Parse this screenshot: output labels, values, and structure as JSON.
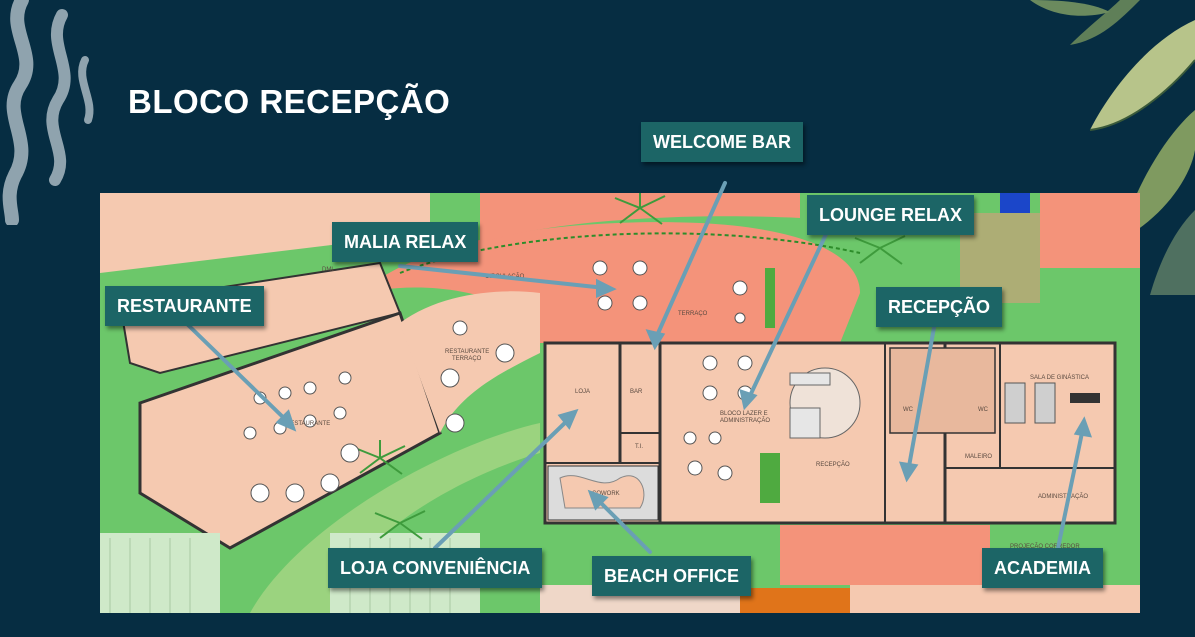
{
  "title": "BLOCO RECEPÇÃO",
  "callouts": {
    "welcome_bar": "WELCOME BAR",
    "malia_relax": "MALIA RELAX",
    "lounge_relax": "LOUNGE RELAX",
    "restaurante": "RESTAURANTE",
    "recepcao": "RECEPÇÃO",
    "loja_conveniencia": "LOJA CONVENIÊNCIA",
    "beach_office": "BEACH OFFICE",
    "academia": "ACADEMIA"
  },
  "plan_labels": {
    "dml": "DML",
    "circulacao": "CIRCULAÇÃO",
    "terraco": "TERRAÇO",
    "restaurante_terraco_1": "RESTAURANTE",
    "restaurante_terraco_2": "TERRAÇO",
    "restaurante": "RESTAURANTE",
    "loja": "LOJA",
    "bar": "BAR",
    "ti": "T.I.",
    "cowork": "COWORK",
    "bloco_lazer_1": "BLOCO LAZER E",
    "bloco_lazer_2": "ADMINISTRAÇÃO",
    "recepcao": "RECEPÇÃO",
    "wc_1": "WC",
    "wc_2": "WC",
    "maleiro": "MALEIRO",
    "sala_ginastica": "SALA DE GINÁSTICA",
    "administracao": "ADMINISTRAÇÃO",
    "projecao": "PROJEÇÃO CORREDOR"
  },
  "colors": {
    "background": "#062d42",
    "callout": "#1c6566",
    "pointer": "#6a9fb5",
    "floor": "#f5c9b0",
    "terrace": "#f4937a",
    "lawn": "#6cc76a"
  }
}
